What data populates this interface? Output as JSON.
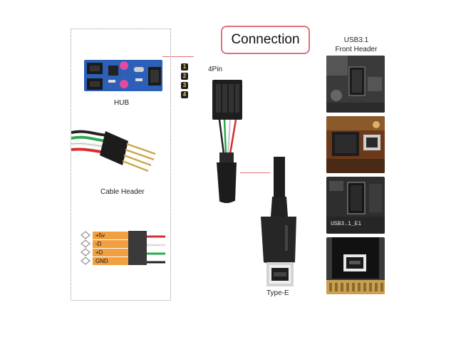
{
  "title": "Connection",
  "front_header": {
    "line1": "USB3.1",
    "line2": "Front Header"
  },
  "labels": {
    "hub": "HUB",
    "cable_header": "Cable Header",
    "four_pin": "4Pin",
    "type_e": "Type-E"
  },
  "pin_numbers": [
    "1",
    "2",
    "3",
    "4"
  ],
  "pinout": [
    "+5v",
    "-D",
    "+D",
    "GND"
  ],
  "photo_texts": {
    "usb3_1_e1": "USB3.1_E1"
  },
  "colors": {
    "accent": "#e0707a",
    "wire_red": "#d62e2e",
    "wire_white": "#eeeeee",
    "wire_green": "#2fa84f",
    "wire_black": "#222222",
    "pcb_blue": "#2c5fb8",
    "pin_orange": "#f0a040"
  }
}
